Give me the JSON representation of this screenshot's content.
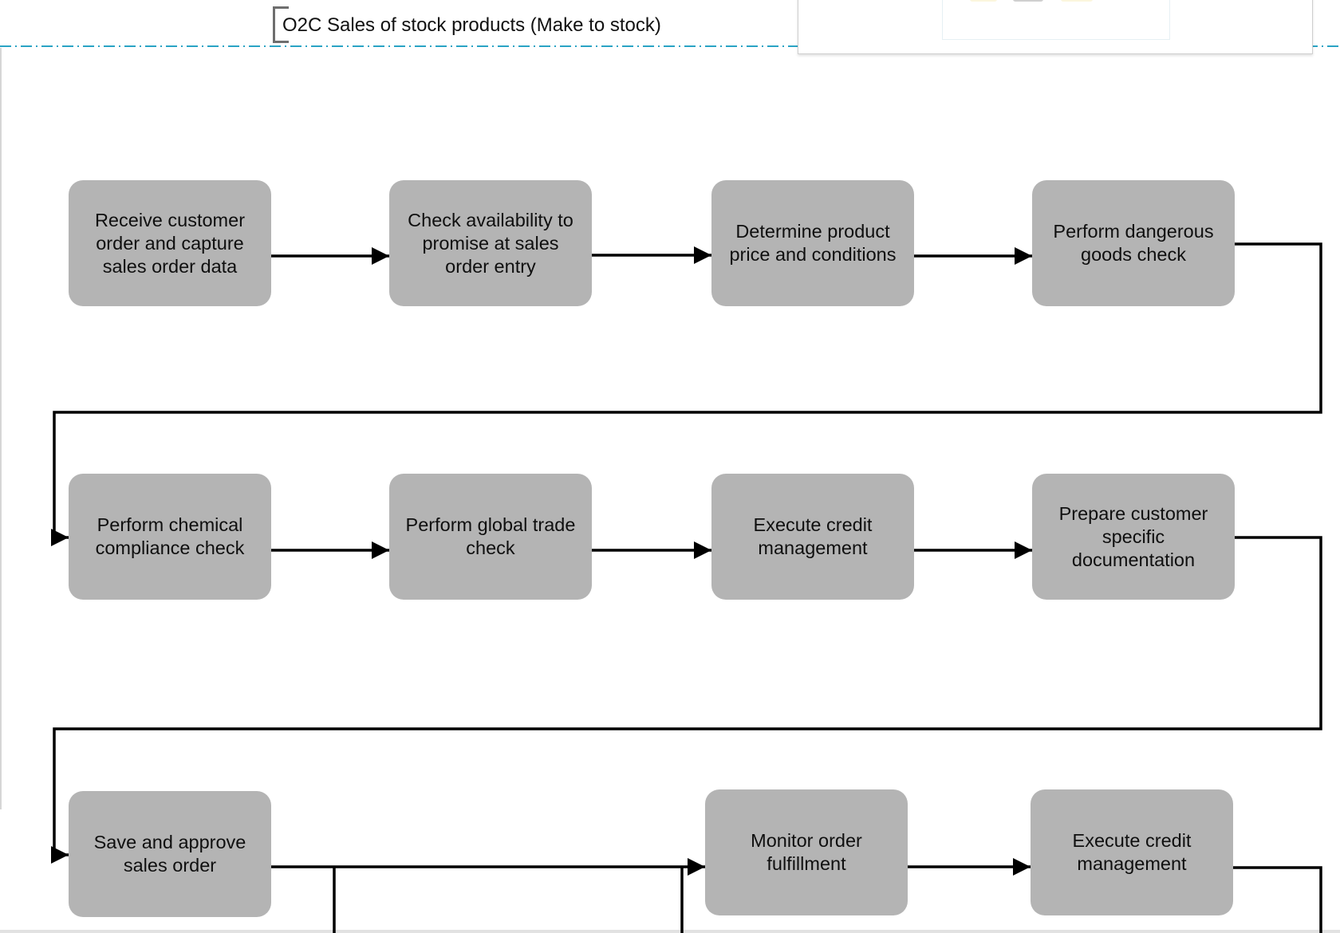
{
  "diagram": {
    "pool_title": "O2C Sales of stock products (Make to stock)",
    "colors": {
      "node_fill": "#b4b4b4",
      "connector": "#000000",
      "swimlane_divider": "#2aa3c4",
      "bracket": "#6e6e6e"
    },
    "steps": [
      {
        "id": "receive-order",
        "label": "Receive customer\norder and capture\nsales order data"
      },
      {
        "id": "check-atp",
        "label": "Check availability to\npromise at sales\norder entry"
      },
      {
        "id": "determine-price",
        "label": "Determine product\nprice and conditions"
      },
      {
        "id": "dangerous-goods",
        "label": "Perform dangerous\ngoods check"
      },
      {
        "id": "chemical-compliance",
        "label": "Perform chemical\ncompliance check"
      },
      {
        "id": "global-trade",
        "label": "Perform global trade\ncheck"
      },
      {
        "id": "credit-mgmt-1",
        "label": "Execute credit\nmanagement"
      },
      {
        "id": "customer-docs",
        "label": "Prepare customer\nspecific\ndocumentation"
      },
      {
        "id": "save-approve",
        "label": "Save and approve\nsales order"
      },
      {
        "id": "monitor-fulfillment",
        "label": "Monitor order\nfulfillment"
      },
      {
        "id": "credit-mgmt-2",
        "label": "Execute credit\nmanagement"
      }
    ],
    "flows": [
      [
        "receive-order",
        "check-atp"
      ],
      [
        "check-atp",
        "determine-price"
      ],
      [
        "determine-price",
        "dangerous-goods"
      ],
      [
        "dangerous-goods",
        "chemical-compliance"
      ],
      [
        "chemical-compliance",
        "global-trade"
      ],
      [
        "global-trade",
        "credit-mgmt-1"
      ],
      [
        "credit-mgmt-1",
        "customer-docs"
      ],
      [
        "customer-docs",
        "save-approve"
      ],
      [
        "save-approve",
        "monitor-fulfillment"
      ],
      [
        "monitor-fulfillment",
        "credit-mgmt-2"
      ]
    ]
  }
}
